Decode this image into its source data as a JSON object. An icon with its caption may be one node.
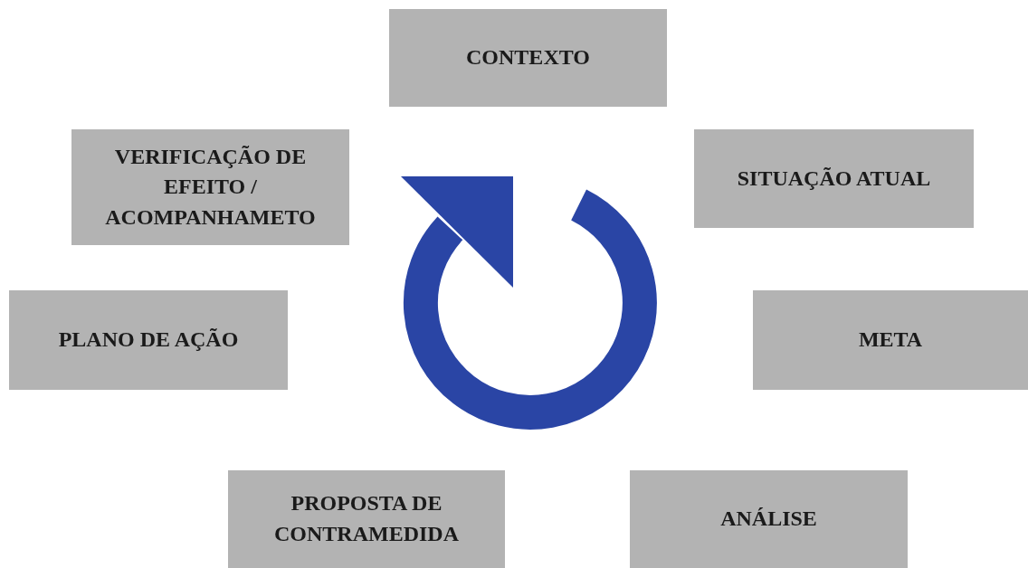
{
  "diagram": {
    "nodes": [
      {
        "text": [
          "CONTEXTO"
        ]
      },
      {
        "text": [
          "SITUAÇÃO ATUAL"
        ]
      },
      {
        "text": [
          "META"
        ]
      },
      {
        "text": [
          "ANÁLISE"
        ]
      },
      {
        "text": [
          "PROPOSTA DE CONTRAMEDIDA"
        ]
      },
      {
        "text": [
          "PLANO DE AÇÃO"
        ]
      },
      {
        "text": [
          "VERIFICAÇÃO DE EFEITO / ACOMPANHAMETO"
        ]
      }
    ]
  }
}
